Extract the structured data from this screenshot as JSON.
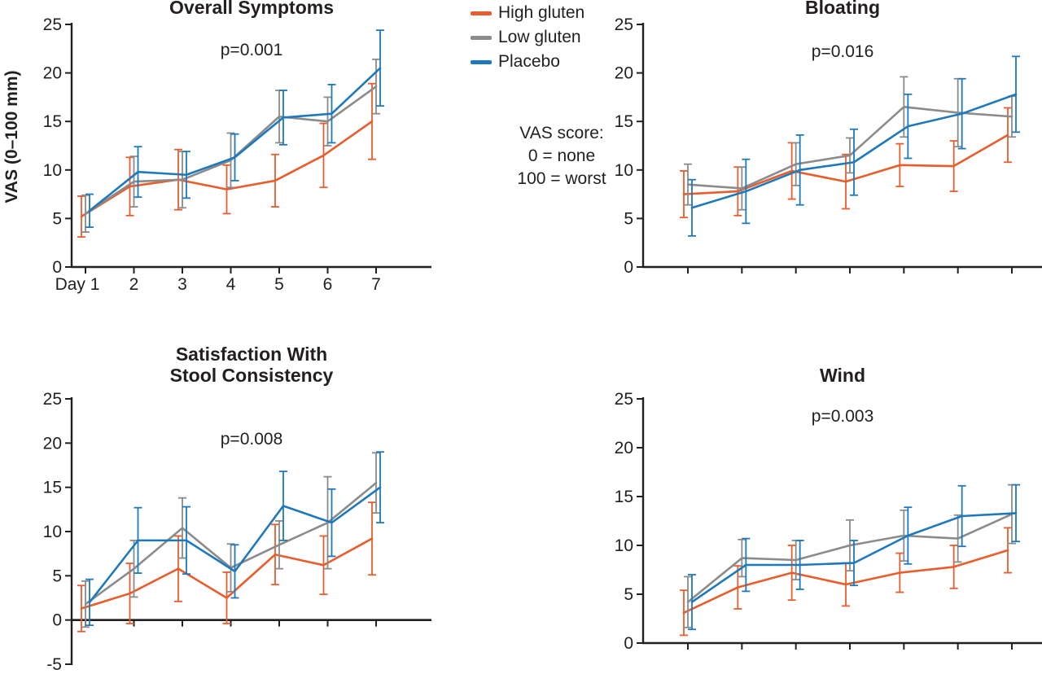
{
  "figure": {
    "y_axis_label": "VAS (0–100 mm)",
    "legend": {
      "items": [
        {
          "label": "High gluten",
          "color": "#E95D2C"
        },
        {
          "label": "Low gluten",
          "color": "#8B8B8B"
        },
        {
          "label": "Placebo",
          "color": "#1E79BC"
        }
      ]
    },
    "annotation": {
      "lines": [
        "VAS score:",
        "0 = none",
        "100 = worst"
      ]
    },
    "text_color": "#231f20"
  },
  "chart_data": [
    {
      "type": "line",
      "title": "Overall Symptoms",
      "p_value": "p=0.001",
      "x": [
        1,
        2,
        3,
        4,
        5,
        6,
        7
      ],
      "x_tick_labels": [
        "Day 1",
        "2",
        "3",
        "4",
        "5",
        "6",
        "7"
      ],
      "ylim": [
        0,
        25
      ],
      "yticks": [
        0,
        5,
        10,
        15,
        20,
        25
      ],
      "series": [
        {
          "name": "High gluten",
          "color": "#E95D2C",
          "values": [
            5.2,
            8.3,
            9.0,
            8.0,
            8.9,
            11.5,
            15.0
          ],
          "err": [
            2.1,
            3.0,
            3.1,
            2.5,
            2.7,
            3.3,
            3.9
          ]
        },
        {
          "name": "Low gluten",
          "color": "#8B8B8B",
          "values": [
            5.5,
            8.8,
            9.0,
            11.0,
            15.5,
            15.0,
            18.6
          ],
          "err": [
            1.9,
            2.6,
            2.9,
            2.8,
            2.7,
            2.5,
            2.8
          ]
        },
        {
          "name": "Placebo",
          "color": "#1E79BC",
          "values": [
            5.8,
            9.8,
            9.5,
            11.3,
            15.4,
            15.8,
            20.5
          ],
          "err": [
            1.7,
            2.6,
            2.4,
            2.4,
            2.8,
            3.0,
            3.9
          ]
        }
      ]
    },
    {
      "type": "line",
      "title": "Bloating",
      "p_value": "p=0.016",
      "x": [
        1,
        2,
        3,
        4,
        5,
        6,
        7
      ],
      "x_tick_labels": [],
      "ylim": [
        0,
        25
      ],
      "yticks": [
        0,
        5,
        10,
        15,
        20,
        25
      ],
      "series": [
        {
          "name": "High gluten",
          "color": "#E95D2C",
          "values": [
            7.5,
            7.8,
            9.9,
            8.8,
            10.5,
            10.4,
            13.6
          ],
          "err": [
            2.4,
            2.5,
            2.9,
            2.8,
            2.2,
            2.6,
            2.8
          ]
        },
        {
          "name": "Low gluten",
          "color": "#8B8B8B",
          "values": [
            8.5,
            8.1,
            10.6,
            11.5,
            16.5,
            15.9,
            15.5
          ],
          "err": [
            2.1,
            2.2,
            2.2,
            1.8,
            3.1,
            3.5,
            2.1
          ]
        },
        {
          "name": "Placebo",
          "color": "#1E79BC",
          "values": [
            6.1,
            7.8,
            10.0,
            10.8,
            14.5,
            15.8,
            17.8
          ],
          "err": [
            2.9,
            3.3,
            3.6,
            3.4,
            3.3,
            3.6,
            3.9
          ]
        }
      ]
    },
    {
      "type": "line",
      "title": "Satisfaction With\nStool Consistency",
      "p_value": "p=0.008",
      "x": [
        1,
        2,
        3,
        4,
        5,
        6,
        7
      ],
      "x_tick_labels": [],
      "ylim": [
        -5,
        25
      ],
      "yticks": [
        -5,
        0,
        5,
        10,
        15,
        20,
        25
      ],
      "series": [
        {
          "name": "High gluten",
          "color": "#E95D2C",
          "values": [
            1.3,
            3.0,
            5.8,
            2.5,
            7.4,
            6.2,
            9.2
          ],
          "err": [
            2.6,
            3.4,
            3.7,
            2.9,
            3.4,
            3.3,
            4.1
          ]
        },
        {
          "name": "Low gluten",
          "color": "#8B8B8B",
          "values": [
            1.8,
            5.8,
            10.4,
            5.9,
            8.5,
            11.0,
            15.5
          ],
          "err": [
            2.6,
            3.2,
            3.4,
            2.7,
            2.7,
            5.2,
            3.4
          ]
        },
        {
          "name": "Placebo",
          "color": "#1E79BC",
          "values": [
            2.0,
            9.0,
            9.0,
            5.5,
            12.9,
            11.0,
            15.0
          ],
          "err": [
            2.6,
            3.7,
            3.8,
            3.0,
            3.9,
            3.8,
            4.0
          ]
        }
      ]
    },
    {
      "type": "line",
      "title": "Wind",
      "p_value": "p=0.003",
      "x": [
        1,
        2,
        3,
        4,
        5,
        6,
        7
      ],
      "x_tick_labels": [],
      "ylim": [
        0,
        25
      ],
      "yticks": [
        0,
        5,
        10,
        15,
        20,
        25
      ],
      "series": [
        {
          "name": "High gluten",
          "color": "#E95D2C",
          "values": [
            3.1,
            5.7,
            7.2,
            6.0,
            7.2,
            7.8,
            9.5
          ],
          "err": [
            2.3,
            2.2,
            2.8,
            2.2,
            2.0,
            2.2,
            2.3
          ]
        },
        {
          "name": "Low gluten",
          "color": "#8B8B8B",
          "values": [
            4.2,
            8.7,
            8.5,
            10.0,
            11.0,
            10.7,
            13.2
          ],
          "err": [
            2.6,
            1.9,
            2.0,
            2.6,
            2.6,
            2.4,
            3.0
          ]
        },
        {
          "name": "Placebo",
          "color": "#1E79BC",
          "values": [
            4.2,
            8.0,
            8.0,
            8.2,
            11.0,
            13.0,
            13.3
          ],
          "err": [
            2.8,
            2.7,
            2.5,
            2.3,
            2.9,
            3.1,
            2.9
          ]
        }
      ]
    }
  ]
}
